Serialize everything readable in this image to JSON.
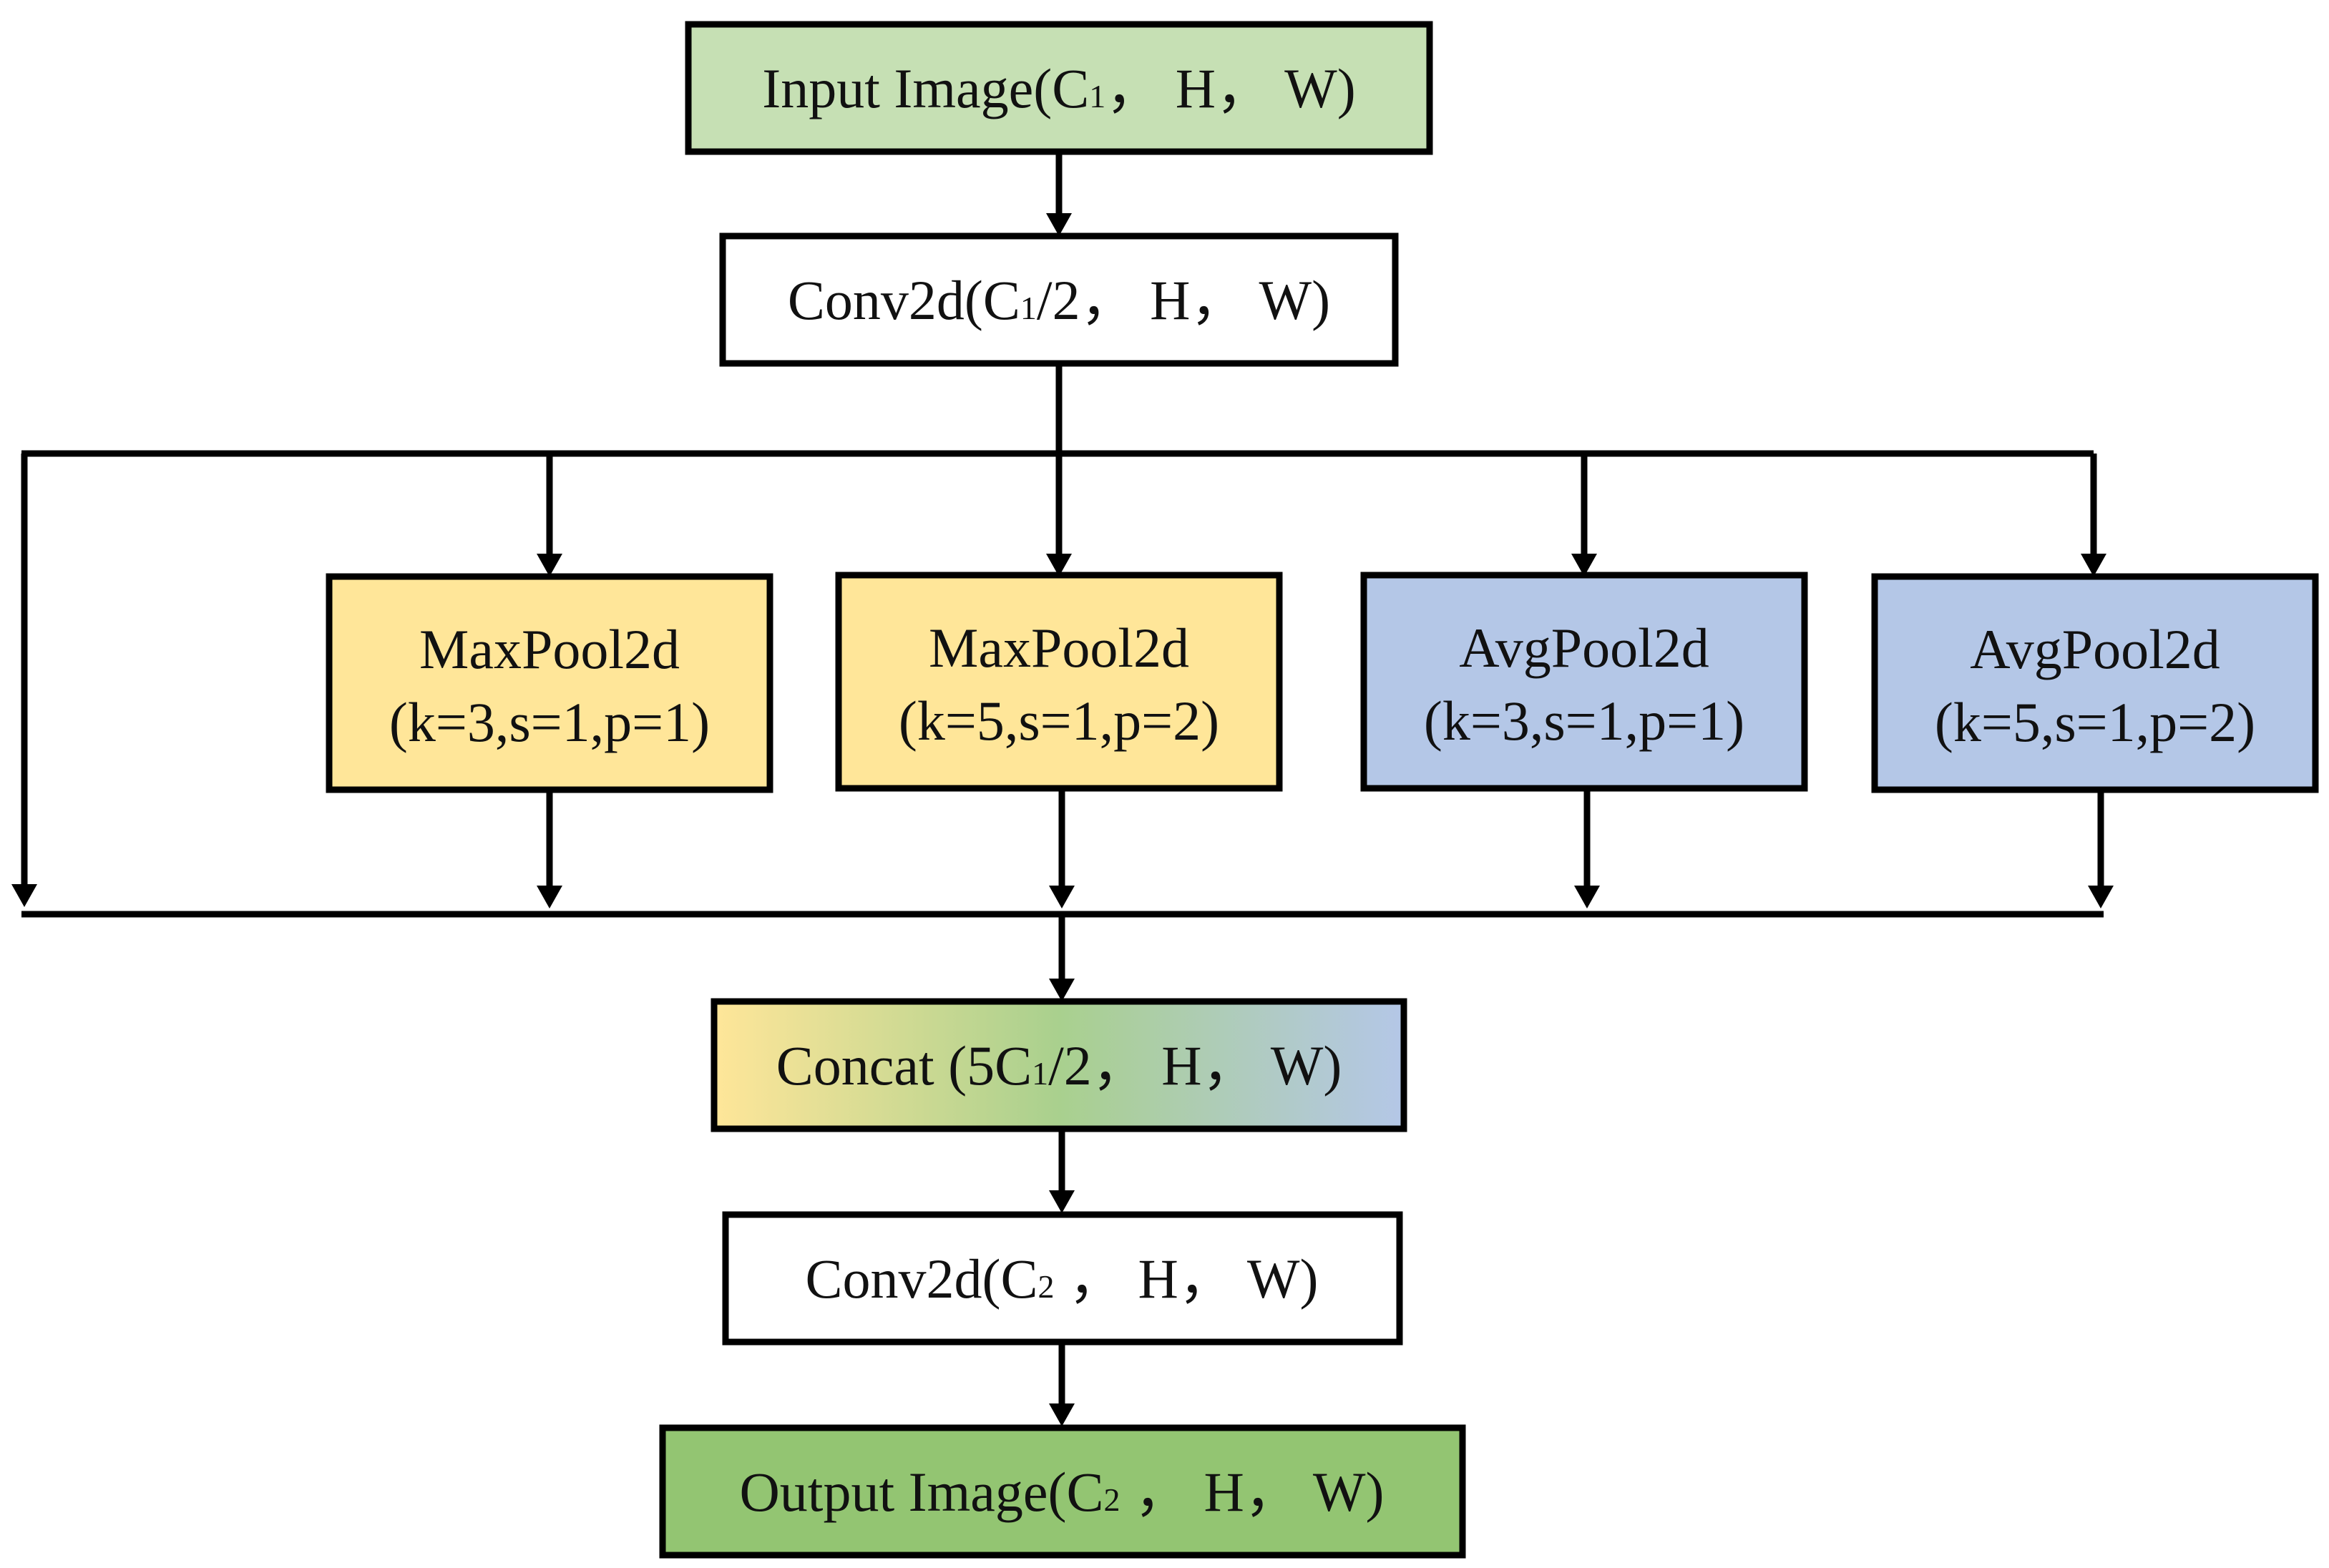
{
  "colors": {
    "input": "#c6e0b4",
    "maxpool": "#ffe699",
    "avgpool": "#b4c7e7",
    "output": "#93c572",
    "plain": "#ffffff",
    "concat_gradient": [
      "#ffe699",
      "#a9d08e",
      "#b4c7e7"
    ],
    "stroke": "#000000"
  },
  "nodes": {
    "input": {
      "pre": "Input Image(C",
      "sub": "1",
      "post": "，  H，  W)"
    },
    "conv1": {
      "pre": "Conv2d(C",
      "sub": "1",
      "post": "/2，  H，  W)"
    },
    "maxpool3": {
      "line1": "MaxPool2d",
      "line2": "(k=3,s=1,p=1)"
    },
    "maxpool5": {
      "line1": "MaxPool2d",
      "line2": "(k=5,s=1,p=2)"
    },
    "avgpool3": {
      "line1": "AvgPool2d",
      "line2": "(k=3,s=1,p=1)"
    },
    "avgpool5": {
      "line1": "AvgPool2d",
      "line2": "(k=5,s=1,p=2)"
    },
    "concat": {
      "pre": "Concat (5C",
      "sub": "1",
      "post": "/2，  H，  W)"
    },
    "conv2": {
      "pre": "Conv2d(C",
      "sub": "2",
      "post": " ，  H，  W)"
    },
    "output": {
      "pre": "Output Image(C",
      "sub": "2",
      "post": " ，  H，  W)"
    }
  }
}
